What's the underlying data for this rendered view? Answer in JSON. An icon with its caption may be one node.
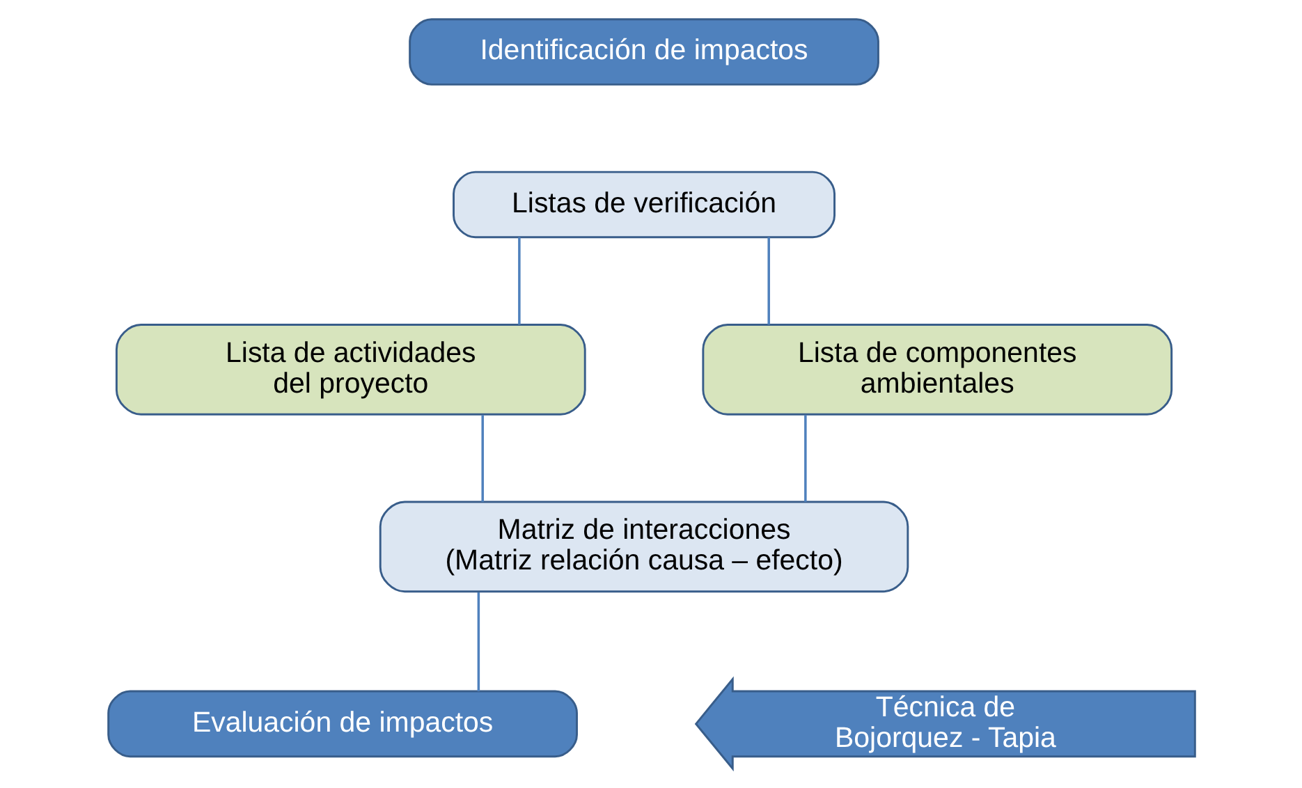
{
  "diagram": {
    "nodes": [
      {
        "text": [
          "Identificación de impactos"
        ]
      },
      {
        "text": [
          "Listas de verificación"
        ]
      },
      {
        "text": [
          "Lista de actividades del proyecto"
        ]
      },
      {
        "text": [
          "Lista de componentes ambientales"
        ]
      },
      {
        "text": [
          "Matriz de interacciones (Matriz relación causa – efecto)"
        ]
      },
      {
        "text": [
          "Evaluación de impactos"
        ]
      },
      {
        "text": [
          "Técnica de Bojorquez - Tapia"
        ]
      }
    ],
    "edges": [
      {
        "from": 1,
        "to": 2,
        "arrow": "none"
      },
      {
        "from": 1,
        "to": 3,
        "arrow": "none"
      },
      {
        "from": 2,
        "to": 4,
        "arrow": "none"
      },
      {
        "from": 3,
        "to": 4,
        "arrow": "none"
      },
      {
        "from": 4,
        "to": 5,
        "arrow": "none"
      }
    ]
  }
}
